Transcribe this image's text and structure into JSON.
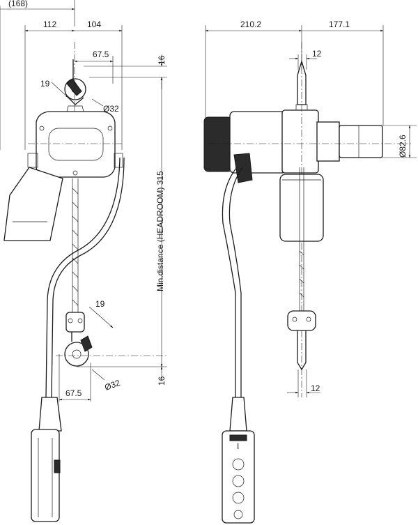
{
  "front_view": {
    "dim_overall": "(168)",
    "dim_left_width": "112",
    "dim_right_width": "104",
    "dim_top_hook_width": "67.5",
    "dim_top_hook_angle": "19",
    "dim_top_hook_dia": "Ø32",
    "dim_top_offset": "16",
    "dim_headroom": "Min.distance (HEADROOM) 315",
    "dim_bottom_hook_angle": "19",
    "dim_bottom_hook_width": "67.5",
    "dim_bottom_hook_dia": "Ø32",
    "dim_bottom_offset": "16"
  },
  "side_view": {
    "dim_left_length": "210.2",
    "dim_right_length": "177.1",
    "dim_top_hook_thickness": "12",
    "dim_motor_dia": "Ø82.6",
    "dim_bottom_hook_thickness": "12",
    "pendant_label": "I"
  }
}
